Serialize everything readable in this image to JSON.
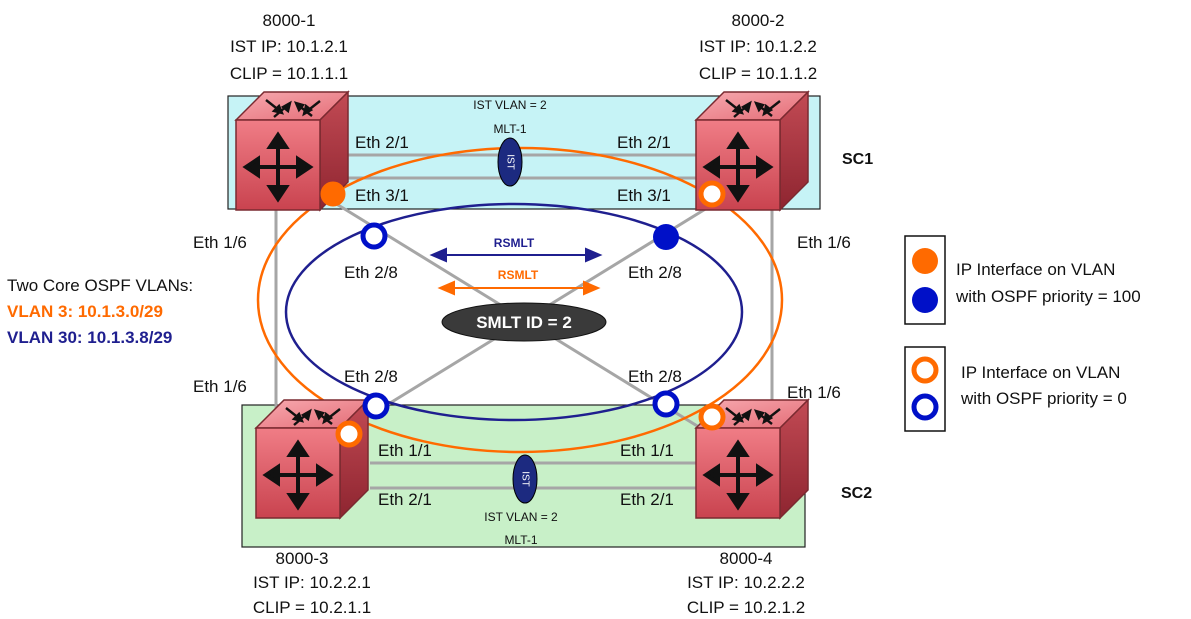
{
  "switches": {
    "s1": {
      "name": "8000-1",
      "ist_ip": "IST IP: 10.1.2.1",
      "clip": "CLIP = 10.1.1.1"
    },
    "s2": {
      "name": "8000-2",
      "ist_ip": "IST IP: 10.1.2.2",
      "clip": "CLIP = 10.1.1.2"
    },
    "s3": {
      "name": "8000-3",
      "ist_ip": "IST IP: 10.2.2.1",
      "clip": "CLIP = 10.2.1.1"
    },
    "s4": {
      "name": "8000-4",
      "ist_ip": "IST IP: 10.2.2.2",
      "clip": "CLIP = 10.2.1.2"
    }
  },
  "clusters": {
    "sc1": {
      "label": "SC1",
      "ist_vlan": "IST VLAN = 2",
      "mlt": "MLT-1",
      "ist_tag": "IST"
    },
    "sc2": {
      "label": "SC2",
      "ist_vlan": "IST VLAN = 2",
      "mlt": "MLT-1",
      "ist_tag": "IST"
    }
  },
  "ports": {
    "top_2_1_left": "Eth 2/1",
    "top_2_1_right": "Eth 2/1",
    "top_3_1_left": "Eth 3/1",
    "top_3_1_right": "Eth 3/1",
    "left_1_6_top": "Eth 1/6",
    "right_1_6_top": "Eth 1/6",
    "mid_2_8_ul": "Eth 2/8",
    "mid_2_8_ur": "Eth 2/8",
    "mid_2_8_ll": "Eth 2/8",
    "mid_2_8_lr": "Eth 2/8",
    "left_1_6_bottom": "Eth 1/6",
    "right_1_6_bottom": "Eth 1/6",
    "bot_1_1_left": "Eth 1/1",
    "bot_1_1_right": "Eth 1/1",
    "bot_2_1_left": "Eth 2/1",
    "bot_2_1_right": "Eth 2/1"
  },
  "rsmlt": {
    "blue": "RSMLT",
    "orange": "RSMLT"
  },
  "smlt_id": "SMLT ID = 2",
  "core": {
    "title": "Two Core OSPF VLANs:",
    "vlan3": "VLAN 3: 10.1.3.0/29",
    "vlan30": "VLAN 30: 10.1.3.8/29"
  },
  "legend": {
    "filled": {
      "line1": "IP Interface on VLAN",
      "line2": "with OSPF priority = 100"
    },
    "hollow": {
      "line1": "IP Interface on VLAN",
      "line2": "with OSPF priority = 0"
    }
  },
  "colors": {
    "orange": "#ff6a00",
    "blue": "#0010c8",
    "navy": "#1f1f8f",
    "sc1_fill": "#c6f3f6",
    "sc2_fill": "#c8f0c8",
    "switch_red": "#e3666f"
  },
  "icons": {
    "switch": "router-switch-icon",
    "interface": "circle-interface-icon"
  }
}
